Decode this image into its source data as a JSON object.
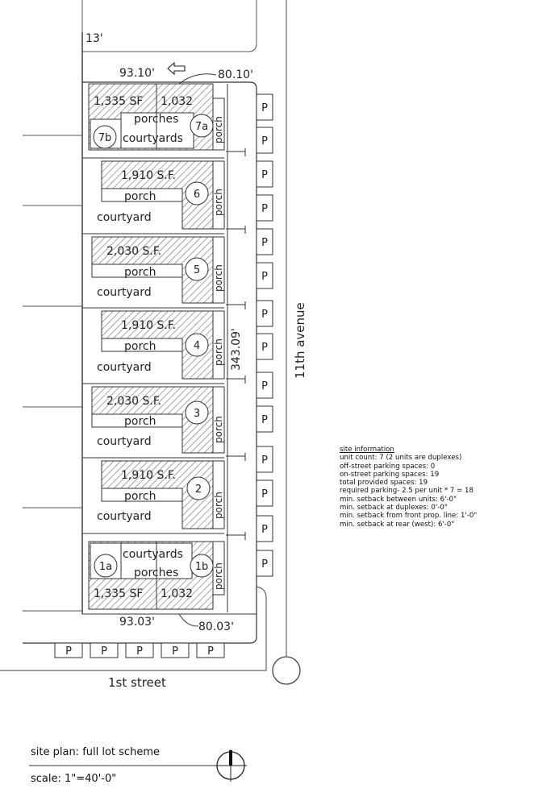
{
  "dims": {
    "side_top": "13'",
    "top_north": "93.10'",
    "top_east": "80.10'",
    "bottom_north": "93.03'",
    "bottom_east": "80.03'",
    "frontage": "343.09'"
  },
  "streets": {
    "avenue": "11th avenue",
    "street": "1st street"
  },
  "units": {
    "u7": {
      "sf_left": "1,335 SF",
      "sf_right": "1,032",
      "porch": "porches",
      "courtyard": "courtyards",
      "tag_left": "7b",
      "tag_right": "7a",
      "side_porch": "porch"
    },
    "u6": {
      "sf": "1,910 S.F.",
      "porch": "porch",
      "courtyard": "courtyard",
      "tag": "6",
      "side_porch": "porch"
    },
    "u5": {
      "sf": "2,030 S.F.",
      "porch": "porch",
      "courtyard": "courtyard",
      "tag": "5",
      "side_porch": "porch"
    },
    "u4": {
      "sf": "1,910 S.F.",
      "porch": "porch",
      "courtyard": "courtyard",
      "tag": "4",
      "side_porch": "porch"
    },
    "u3": {
      "sf": "2,030 S.F.",
      "porch": "porch",
      "courtyard": "courtyard",
      "tag": "3",
      "side_porch": "porch"
    },
    "u2": {
      "sf": "1,910 S.F.",
      "porch": "porch",
      "courtyard": "courtyard",
      "tag": "2",
      "side_porch": "porch"
    },
    "u1": {
      "sf_left": "1,335 SF",
      "sf_right": "1,032",
      "porch": "porches",
      "courtyard": "courtyards",
      "tag_left": "1a",
      "tag_right": "1b",
      "side_porch": "porch"
    }
  },
  "parking_label": "P",
  "parking_count_avenue": 14,
  "parking_count_street": 5,
  "site_info": {
    "title": "site information",
    "lines": [
      "unit count:  7 (2 units are duplexes)",
      "off-street parking spaces: 0",
      "on-street parking spaces: 19",
      "total provided spaces: 19",
      "required parking- 2.5 per unit * 7 = 18",
      "min. setback between units: 6'-0\"",
      "min. setback at duplexes: 0'-0\"",
      "min. setback from front prop. line: 1'-0\"",
      "min. setback at rear (west): 6'-0\""
    ]
  },
  "footer": {
    "title": "site plan: full lot scheme",
    "scale": "scale: 1\"=40'-0\""
  }
}
